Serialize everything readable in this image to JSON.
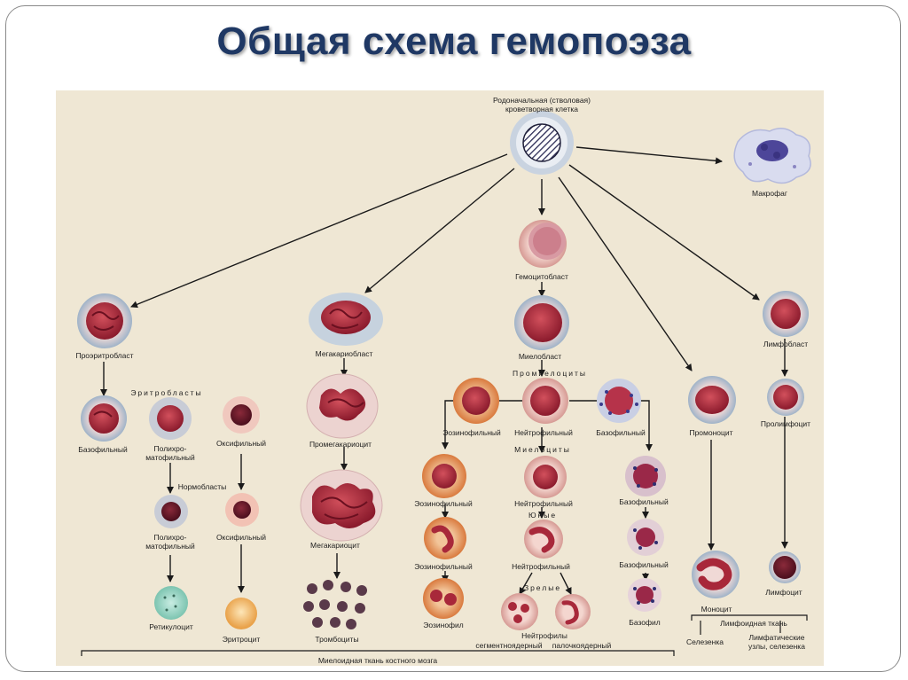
{
  "title": "Общая схема гемопоэза",
  "colors": {
    "title": "#1f3864",
    "panel": "#efe7d4",
    "nucleus_red": "#a8283a",
    "cytoplasm_pink": "#e8b9b4",
    "halo_blue": "#9fb3c8",
    "reticulocyte": "#a9dccf",
    "erythrocyte": "#f2b668"
  },
  "labels": {
    "stem": [
      "Родоначальная (стволовая)",
      "кроветворная клетка"
    ],
    "macrophage": "Макрофаг",
    "hemocytoblast": "Гемоцитобласт",
    "proerythroblast": "Проэритробласт",
    "megakaryoblast": "Мегакариобласт",
    "myeloblast": "Миелобласт",
    "lymphoblast": "Лимфобласт",
    "erythroblasts": "Эритробласты",
    "promyelocytes": "Промиелоциты",
    "basophilic_1": "Базофильный",
    "polychromatophilic_1": [
      "Полихро-",
      "матофильный"
    ],
    "oxyphilic_1": "Оксифильный",
    "promegakaryocyte": "Промегакариоцит",
    "eosinophilic_1": "Эозинофильный",
    "neutrophilic_1": "Нейтрофильный",
    "basophilic_2": "Базофильный",
    "promonocyte": "Промоноцит",
    "prolymphocyte": "Пролимфоцит",
    "myelocytes": "Миелоциты",
    "normoblasts": "Нормобласты",
    "polychromatophilic_2": [
      "Полихро-",
      "матофильный"
    ],
    "oxyphilic_2": "Оксифильный",
    "eosinophilic_2": "Эозинофильный",
    "neutrophilic_2": "Нейтрофильный",
    "basophilic_3": "Базофильный",
    "megakaryocyte": "Мегакариоцит",
    "young": "Юные",
    "eosinophilic_3": "Эозинофильный",
    "neutrophilic_3": "Нейтрофильный",
    "basophilic_4": "Базофильный",
    "mature": "Зрелые",
    "reticulocyte": "Ретикулоцит",
    "erythrocyte": "Эритроцит",
    "platelets": "Тромбоциты",
    "eosinophil": "Эозинофил",
    "neutrophils": "Нейтрофилы",
    "segmented": "сегментноядерный",
    "band": "палочкоядерный",
    "basophil": "Базофил",
    "monocyte": "Моноцит",
    "lymphocyte": "Лимфоцит",
    "lymphoid_tissue": "Лимфоидная ткань",
    "spleen": "Селезенка",
    "lymph_nodes": [
      "Лимфатические",
      "узлы, селезенка"
    ],
    "myeloid_tissue": "Миелоидная ткань костного мозга"
  }
}
